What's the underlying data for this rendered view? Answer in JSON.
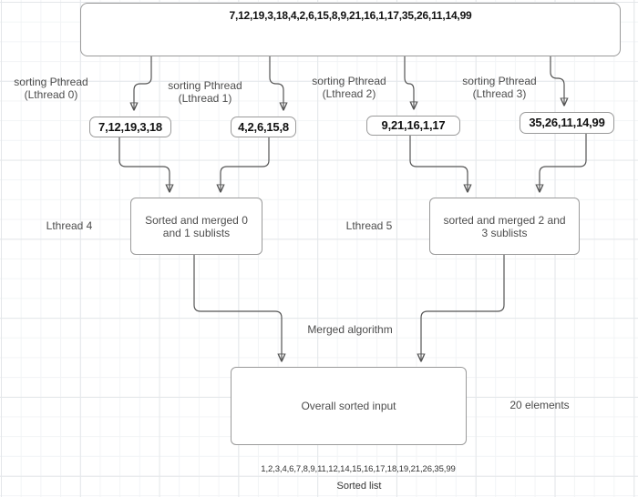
{
  "diagram": {
    "input_list": "7,12,19,3,18,4,2,6,15,8,9,21,16,1,17,35,26,11,14,99",
    "thread_labels": [
      {
        "line1": "sorting Pthread",
        "line2": "(Lthread 0)"
      },
      {
        "line1": "sorting Pthread",
        "line2": "(Lthread 1)"
      },
      {
        "line1": "sorting Pthread",
        "line2": "(Lthread 2)"
      },
      {
        "line1": "sorting Pthread",
        "line2": "(Lthread 3)"
      }
    ],
    "sublists": [
      "7,12,19,3,18",
      "4,2,6,15,8",
      "9,21,16,1,17",
      "35,26,11,14,99"
    ],
    "merge_left": {
      "label": "Sorted and merged 0 and 1 sublists",
      "thread_label": "Lthread 4"
    },
    "merge_right": {
      "label": "sorted and merged 2 and 3 sublists",
      "thread_label": "Lthread 5"
    },
    "merge_step_label": "Merged algorithm",
    "output": {
      "label": "Overall sorted input",
      "count_label": "20 elements"
    },
    "footer": {
      "sorted_values": "1,2,3,4,6,7,8,9,11,12,14,15,16,17,18,19,21,26,35,99",
      "caption": "Sorted list"
    }
  },
  "colors": {
    "node_border": "#9a9a9a",
    "arrow": "#555555",
    "arrowhead": "#4d4d4d",
    "grid_minor": "#f2f4f6",
    "grid_major": "#e4e7ea",
    "text_dark": "#111111",
    "text_gray": "#4d4d4d"
  }
}
